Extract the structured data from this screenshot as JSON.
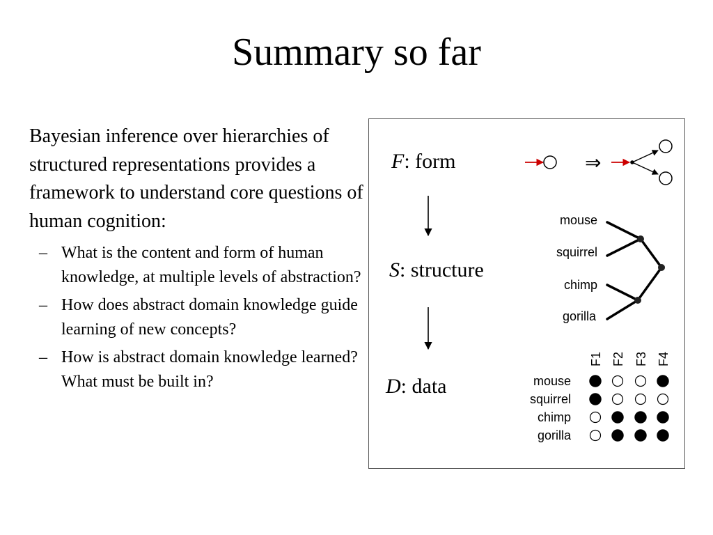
{
  "title": "Summary so far",
  "intro": "Bayesian inference over hierarchies of structured representations provides a framework to understand core questions of human cognition:",
  "bullets": [
    {
      "dash": "–",
      "text": "What is the content and form of human knowledge, at multiple levels of abstraction?"
    },
    {
      "dash": "–",
      "text": "How does abstract domain knowledge guide learning of new concepts?"
    },
    {
      "dash": "–",
      "text": "How is abstract domain knowledge learned?   What must be built in?"
    }
  ],
  "figure": {
    "levels": [
      {
        "symbol": "F",
        "name": ": form"
      },
      {
        "symbol": "S",
        "name": ": structure"
      },
      {
        "symbol": "D",
        "name": ": data"
      }
    ],
    "form_arrow": "⇒",
    "tree_leaves": [
      "mouse",
      "squirrel",
      "chimp",
      "gorilla"
    ],
    "features": [
      "F1",
      "F2",
      "F3",
      "F4"
    ],
    "rows": [
      "mouse",
      "squirrel",
      "chimp",
      "gorilla"
    ],
    "matrix": [
      [
        1,
        0,
        0,
        1
      ],
      [
        1,
        0,
        0,
        0
      ],
      [
        0,
        1,
        1,
        1
      ],
      [
        0,
        1,
        1,
        1
      ]
    ],
    "colors": {
      "accent_arrow": "#cc0000",
      "ink": "#000000",
      "frame": "#555555"
    }
  }
}
